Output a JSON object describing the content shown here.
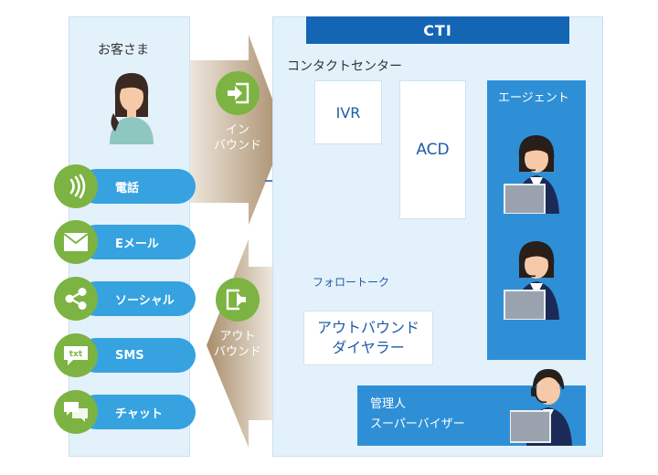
{
  "customer": {
    "title": "お客さま"
  },
  "channels": [
    {
      "label": "電話",
      "icon": "phone-waves-icon"
    },
    {
      "label": "Eメール",
      "icon": "envelope-icon"
    },
    {
      "label": "ソーシャル",
      "icon": "share-icon"
    },
    {
      "label": "SMS",
      "icon": "txt-bubble-icon"
    },
    {
      "label": "チャット",
      "icon": "chat-bubbles-icon"
    }
  ],
  "inbound": {
    "line1": "イン",
    "line2": "バウンド"
  },
  "outbound": {
    "line1": "アウト",
    "line2": "バウンド"
  },
  "cti": {
    "title": "CTI",
    "contact_center": "コンタクトセンター",
    "ivr": "IVR",
    "acd": "ACD",
    "agent": "エージェント",
    "follow_talk": "フォロートーク",
    "dialer_line1": "アウトバウンド",
    "dialer_line2": "ダイヤラー",
    "admin_line1": "管理人",
    "admin_line2": "スーパーバイザー"
  },
  "colors": {
    "panel_bg": "#e3f1fb",
    "cti_blue": "#1565b5",
    "channel_blue": "#36a2e0",
    "green": "#7cb342",
    "arrow_tan": "#b29a7a"
  }
}
